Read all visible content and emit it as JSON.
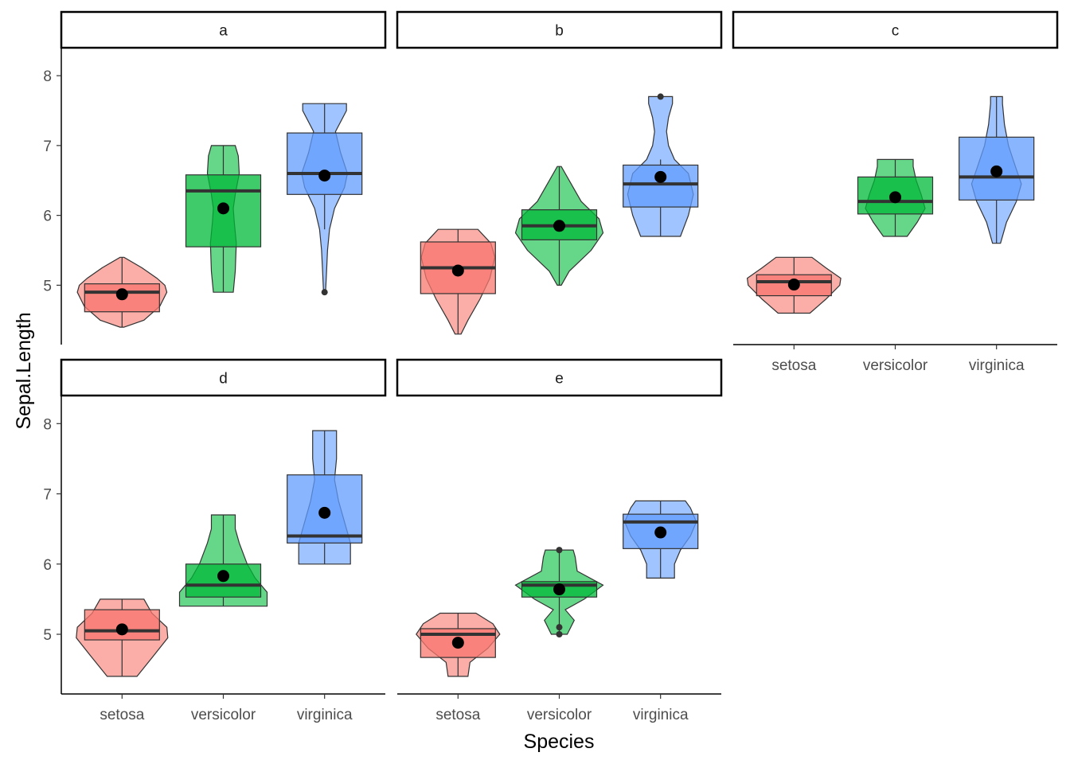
{
  "chart_data": {
    "type": "violin-boxplot",
    "xlabel": "Species",
    "ylabel": "Sepal.Length",
    "categories": [
      "setosa",
      "versicolor",
      "virginica"
    ],
    "colors": {
      "setosa": "#F8766D",
      "versicolor": "#00BA38",
      "virginica": "#619CFF"
    },
    "yticks": [
      5,
      6,
      7,
      8
    ],
    "ylim": [
      4.15,
      8.4
    ],
    "facets": [
      {
        "label": "a",
        "groups": [
          {
            "species": "setosa",
            "min": 4.4,
            "q1": 4.62,
            "median": 4.9,
            "q3": 5.02,
            "max": 5.4,
            "mean": 4.87,
            "outliers": [],
            "violin": [
              [
                4.4,
                0.02
              ],
              [
                4.5,
                0.22
              ],
              [
                4.7,
                0.38
              ],
              [
                4.9,
                0.45
              ],
              [
                5.0,
                0.43
              ],
              [
                5.1,
                0.35
              ],
              [
                5.25,
                0.2
              ],
              [
                5.4,
                0.02
              ]
            ]
          },
          {
            "species": "versicolor",
            "min": 4.9,
            "q1": 5.55,
            "median": 6.35,
            "q3": 6.58,
            "max": 7.0,
            "mean": 6.1,
            "outliers": [],
            "violin": [
              [
                4.9,
                0.1
              ],
              [
                5.2,
                0.12
              ],
              [
                5.6,
                0.13
              ],
              [
                5.9,
                0.11
              ],
              [
                6.1,
                0.1
              ],
              [
                6.3,
                0.12
              ],
              [
                6.6,
                0.16
              ],
              [
                6.85,
                0.15
              ],
              [
                7.0,
                0.12
              ]
            ]
          },
          {
            "species": "virginica",
            "min": 5.8,
            "q1": 6.3,
            "median": 6.6,
            "q3": 7.18,
            "max": 7.6,
            "mean": 6.57,
            "outliers": [
              4.9
            ],
            "violin": [
              [
                4.9,
                0.01
              ],
              [
                5.2,
                0.02
              ],
              [
                5.5,
                0.03
              ],
              [
                5.8,
                0.05
              ],
              [
                6.1,
                0.1
              ],
              [
                6.4,
                0.2
              ],
              [
                6.6,
                0.23
              ],
              [
                6.9,
                0.16
              ],
              [
                7.2,
                0.11
              ],
              [
                7.5,
                0.22
              ],
              [
                7.6,
                0.22
              ]
            ]
          }
        ]
      },
      {
        "label": "b",
        "groups": [
          {
            "species": "setosa",
            "min": 4.3,
            "q1": 4.88,
            "median": 5.25,
            "q3": 5.62,
            "max": 5.8,
            "mean": 5.21,
            "outliers": [],
            "violin": [
              [
                4.3,
                0.03
              ],
              [
                4.5,
                0.1
              ],
              [
                4.8,
                0.22
              ],
              [
                5.1,
                0.32
              ],
              [
                5.4,
                0.37
              ],
              [
                5.6,
                0.33
              ],
              [
                5.8,
                0.2
              ]
            ]
          },
          {
            "species": "versicolor",
            "min": 5.0,
            "q1": 5.65,
            "median": 5.85,
            "q3": 6.08,
            "max": 6.7,
            "mean": 5.85,
            "outliers": [],
            "violin": [
              [
                5.0,
                0.02
              ],
              [
                5.2,
                0.1
              ],
              [
                5.5,
                0.32
              ],
              [
                5.75,
                0.44
              ],
              [
                5.95,
                0.4
              ],
              [
                6.2,
                0.22
              ],
              [
                6.5,
                0.1
              ],
              [
                6.7,
                0.02
              ]
            ]
          },
          {
            "species": "virginica",
            "min": 5.7,
            "q1": 6.12,
            "median": 6.45,
            "q3": 6.72,
            "max": 6.8,
            "mean": 6.55,
            "outliers": [
              7.7
            ],
            "violin": [
              [
                5.7,
                0.2
              ],
              [
                6.0,
                0.28
              ],
              [
                6.3,
                0.33
              ],
              [
                6.6,
                0.28
              ],
              [
                6.8,
                0.14
              ],
              [
                7.0,
                0.08
              ],
              [
                7.2,
                0.06
              ],
              [
                7.4,
                0.08
              ],
              [
                7.6,
                0.12
              ],
              [
                7.7,
                0.12
              ]
            ]
          }
        ]
      },
      {
        "label": "c",
        "groups": [
          {
            "species": "setosa",
            "min": 4.6,
            "q1": 4.85,
            "median": 5.05,
            "q3": 5.15,
            "max": 5.4,
            "mean": 5.01,
            "outliers": [],
            "violin": [
              [
                4.6,
                0.16
              ],
              [
                4.8,
                0.32
              ],
              [
                5.0,
                0.46
              ],
              [
                5.1,
                0.47
              ],
              [
                5.25,
                0.32
              ],
              [
                5.4,
                0.18
              ]
            ]
          },
          {
            "species": "versicolor",
            "min": 5.7,
            "q1": 6.02,
            "median": 6.2,
            "q3": 6.55,
            "max": 6.8,
            "mean": 6.26,
            "outliers": [],
            "violin": [
              [
                5.7,
                0.12
              ],
              [
                5.9,
                0.22
              ],
              [
                6.1,
                0.3
              ],
              [
                6.3,
                0.26
              ],
              [
                6.5,
                0.21
              ],
              [
                6.7,
                0.18
              ],
              [
                6.8,
                0.18
              ]
            ]
          },
          {
            "species": "virginica",
            "min": 5.6,
            "q1": 6.22,
            "median": 6.55,
            "q3": 7.12,
            "max": 7.7,
            "mean": 6.63,
            "outliers": [],
            "violin": [
              [
                5.6,
                0.04
              ],
              [
                5.9,
                0.1
              ],
              [
                6.2,
                0.2
              ],
              [
                6.45,
                0.25
              ],
              [
                6.7,
                0.19
              ],
              [
                7.0,
                0.12
              ],
              [
                7.3,
                0.08
              ],
              [
                7.6,
                0.06
              ],
              [
                7.7,
                0.06
              ]
            ]
          }
        ]
      },
      {
        "label": "d",
        "groups": [
          {
            "species": "setosa",
            "min": 4.4,
            "q1": 4.92,
            "median": 5.05,
            "q3": 5.35,
            "max": 5.5,
            "mean": 5.07,
            "outliers": [],
            "violin": [
              [
                4.4,
                0.15
              ],
              [
                4.7,
                0.32
              ],
              [
                4.95,
                0.46
              ],
              [
                5.1,
                0.45
              ],
              [
                5.3,
                0.3
              ],
              [
                5.5,
                0.22
              ]
            ]
          },
          {
            "species": "versicolor",
            "min": 5.4,
            "q1": 5.53,
            "median": 5.7,
            "q3": 6.0,
            "max": 6.7,
            "mean": 5.83,
            "outliers": [],
            "violin": [
              [
                5.4,
                0.44
              ],
              [
                5.6,
                0.44
              ],
              [
                5.8,
                0.32
              ],
              [
                6.0,
                0.24
              ],
              [
                6.3,
                0.16
              ],
              [
                6.5,
                0.12
              ],
              [
                6.7,
                0.12
              ]
            ]
          },
          {
            "species": "virginica",
            "min": 6.0,
            "q1": 6.3,
            "median": 6.4,
            "q3": 7.27,
            "max": 7.9,
            "mean": 6.73,
            "outliers": [],
            "violin": [
              [
                6.0,
                0.26
              ],
              [
                6.3,
                0.26
              ],
              [
                6.6,
                0.2
              ],
              [
                6.9,
                0.14
              ],
              [
                7.2,
                0.1
              ],
              [
                7.5,
                0.12
              ],
              [
                7.8,
                0.12
              ],
              [
                7.9,
                0.12
              ]
            ]
          }
        ]
      },
      {
        "label": "e",
        "groups": [
          {
            "species": "setosa",
            "min": 4.4,
            "q1": 4.67,
            "median": 5.0,
            "q3": 5.08,
            "max": 5.3,
            "mean": 4.88,
            "outliers": [],
            "violin": [
              [
                4.4,
                0.1
              ],
              [
                4.6,
                0.12
              ],
              [
                4.8,
                0.3
              ],
              [
                5.0,
                0.42
              ],
              [
                5.15,
                0.35
              ],
              [
                5.3,
                0.18
              ]
            ]
          },
          {
            "species": "versicolor",
            "min": 5.0,
            "q1": 5.53,
            "median": 5.7,
            "q3": 5.75,
            "max": 6.2,
            "mean": 5.64,
            "outliers": [
              5.0,
              5.1,
              6.2
            ],
            "violin": [
              [
                5.0,
                0.08
              ],
              [
                5.2,
                0.15
              ],
              [
                5.35,
                0.06
              ],
              [
                5.5,
                0.25
              ],
              [
                5.7,
                0.44
              ],
              [
                5.9,
                0.18
              ],
              [
                6.1,
                0.16
              ],
              [
                6.2,
                0.14
              ]
            ]
          },
          {
            "species": "virginica",
            "min": 5.8,
            "q1": 6.22,
            "median": 6.6,
            "q3": 6.71,
            "max": 6.9,
            "mean": 6.45,
            "outliers": [],
            "violin": [
              [
                5.8,
                0.14
              ],
              [
                6.0,
                0.14
              ],
              [
                6.2,
                0.2
              ],
              [
                6.4,
                0.3
              ],
              [
                6.6,
                0.36
              ],
              [
                6.8,
                0.3
              ],
              [
                6.9,
                0.25
              ]
            ]
          }
        ]
      }
    ]
  }
}
